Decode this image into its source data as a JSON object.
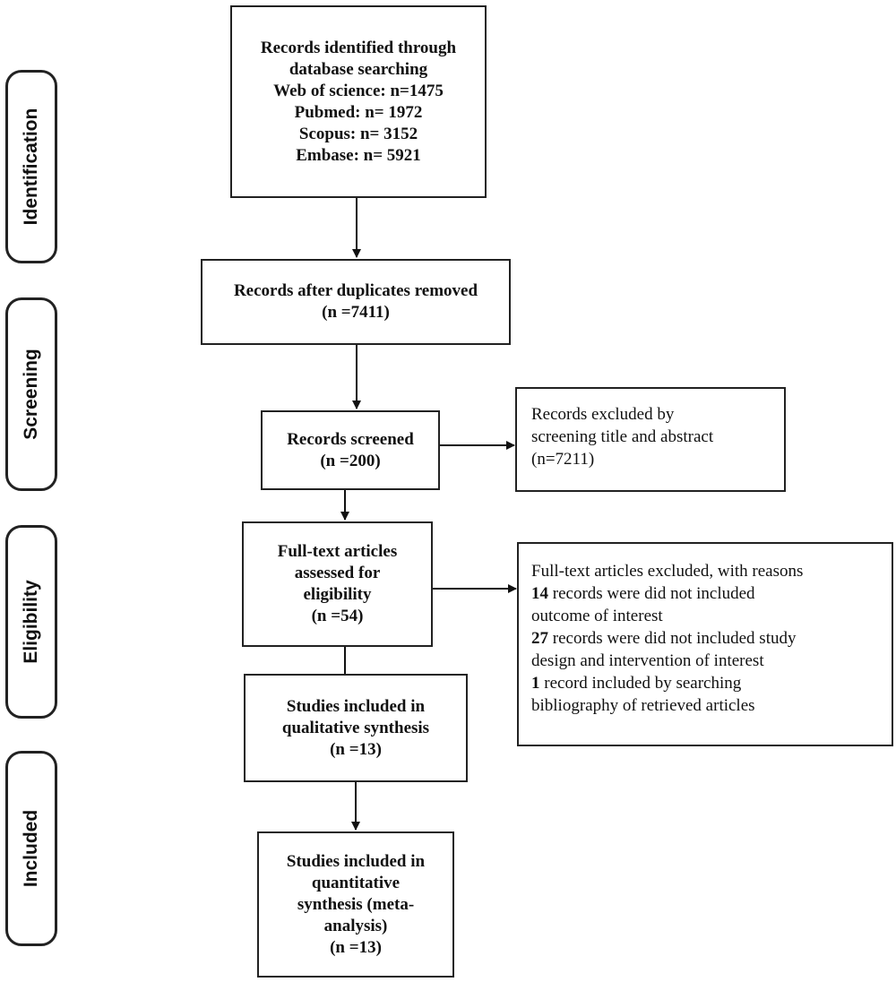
{
  "stages": {
    "identification": "Identification",
    "screening": "Screening",
    "eligibility": "Eligibility",
    "included": "Included"
  },
  "identified": {
    "lines": [
      "Records identified through",
      "database searching",
      "Web of science: n=1475",
      "Pubmed: n= 1972",
      "Scopus:  n= 3152",
      "Embase:  n= 5921"
    ]
  },
  "deduplicated": {
    "lines": [
      "Records after duplicates removed",
      "(n =7411)"
    ]
  },
  "screened": {
    "lines": [
      "Records screened",
      "(n =200)"
    ]
  },
  "screening_excluded": {
    "lines": [
      "Records excluded by",
      "screening title and abstract",
      "(n=7211)"
    ]
  },
  "fulltext": {
    "lines": [
      "Full-text articles",
      "assessed for",
      "eligibility",
      "(n =54)"
    ]
  },
  "fulltext_excluded": {
    "header": "Full-text articles excluded, with reasons",
    "reasons": [
      {
        "count": "14",
        "text": " records were did not included",
        "cont": "outcome of interest"
      },
      {
        "count": "27",
        "text": " records were did not included study",
        "cont": "design and intervention of interest"
      },
      {
        "count": "1",
        "text": " record included by searching",
        "cont": "bibliography of retrieved articles"
      }
    ]
  },
  "qualitative": {
    "lines": [
      "Studies included in",
      "qualitative synthesis",
      "(n =13)"
    ]
  },
  "quantitative": {
    "lines": [
      "Studies included in",
      "quantitative",
      "synthesis (meta-",
      "analysis)",
      "(n =13)"
    ]
  }
}
